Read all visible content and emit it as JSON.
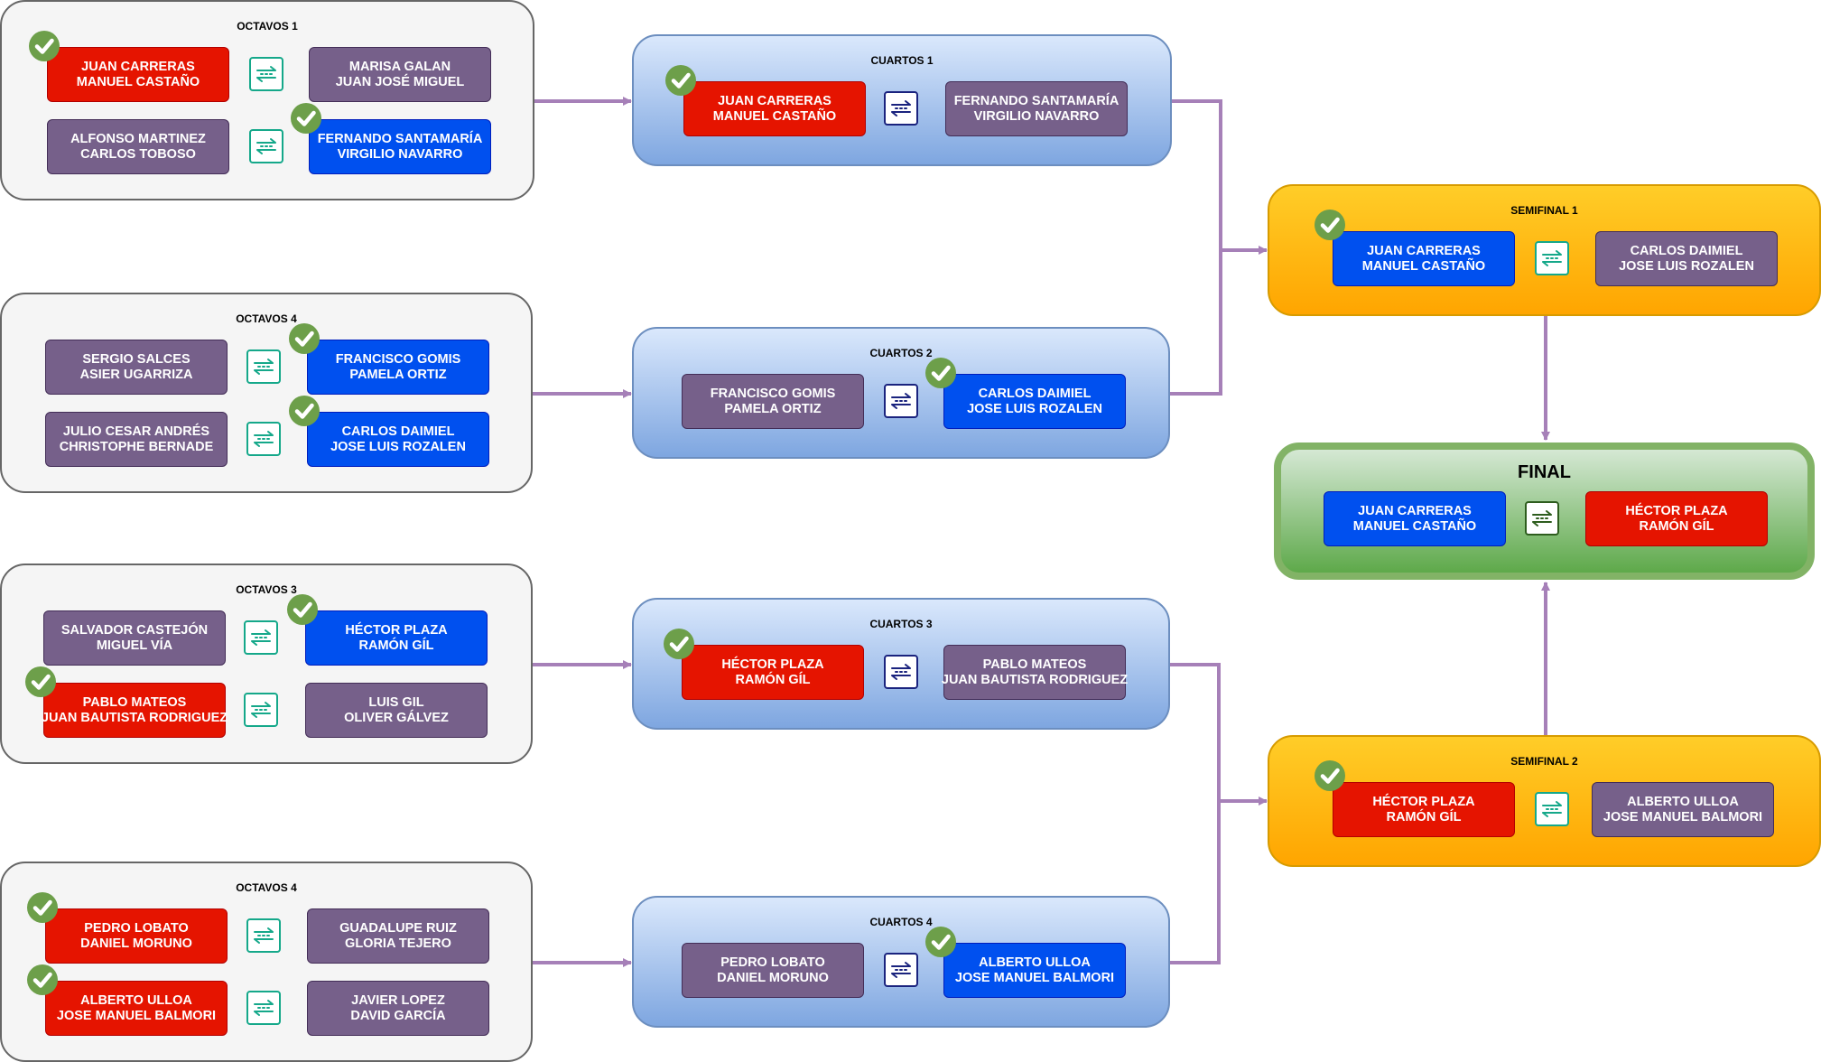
{
  "octavos": [
    {
      "title": "OCTAVOS 1",
      "matches": [
        {
          "a": {
            "l1": "JUAN CARRERAS",
            "l2": "MANUEL CASTAÑO"
          },
          "b": {
            "l1": "MARISA GALAN",
            "l2": "JUAN JOSÉ MIGUEL"
          }
        },
        {
          "a": {
            "l1": "ALFONSO MARTINEZ",
            "l2": "CARLOS TOBOSO"
          },
          "b": {
            "l1": "FERNANDO SANTAMARÍA",
            "l2": "VIRGILIO NAVARRO"
          }
        }
      ]
    },
    {
      "title": "OCTAVOS 4",
      "matches": [
        {
          "a": {
            "l1": "SERGIO SALCES",
            "l2": "ASIER UGARRIZA"
          },
          "b": {
            "l1": "FRANCISCO GOMIS",
            "l2": "PAMELA ORTIZ"
          }
        },
        {
          "a": {
            "l1": "JULIO CESAR ANDRÉS",
            "l2": "CHRISTOPHE BERNADE"
          },
          "b": {
            "l1": "CARLOS DAIMIEL",
            "l2": "JOSE LUIS ROZALEN"
          }
        }
      ]
    },
    {
      "title": "OCTAVOS 3",
      "matches": [
        {
          "a": {
            "l1": "SALVADOR CASTEJÓN",
            "l2": "MIGUEL VÍA"
          },
          "b": {
            "l1": "HÉCTOR PLAZA",
            "l2": "RAMÓN GÍL"
          }
        },
        {
          "a": {
            "l1": "PABLO MATEOS",
            "l2": "JUAN BAUTISTA RODRIGUEZ"
          },
          "b": {
            "l1": "LUIS GIL",
            "l2": "OLIVER GÁLVEZ"
          }
        }
      ]
    },
    {
      "title": "OCTAVOS 4",
      "matches": [
        {
          "a": {
            "l1": "PEDRO LOBATO",
            "l2": "DANIEL MORUNO"
          },
          "b": {
            "l1": "GUADALUPE RUIZ",
            "l2": "GLORIA TEJERO"
          }
        },
        {
          "a": {
            "l1": "ALBERTO ULLOA",
            "l2": "JOSE MANUEL BALMORI"
          },
          "b": {
            "l1": "JAVIER LOPEZ",
            "l2": "DAVID GARCÍA"
          }
        }
      ]
    }
  ],
  "cuartos": [
    {
      "title": "CUARTOS 1",
      "a": {
        "l1": "JUAN CARRERAS",
        "l2": "MANUEL CASTAÑO"
      },
      "b": {
        "l1": "FERNANDO SANTAMARÍA",
        "l2": "VIRGILIO NAVARRO"
      }
    },
    {
      "title": "CUARTOS 2",
      "a": {
        "l1": "FRANCISCO GOMIS",
        "l2": "PAMELA ORTIZ"
      },
      "b": {
        "l1": "CARLOS DAIMIEL",
        "l2": "JOSE LUIS ROZALEN"
      }
    },
    {
      "title": "CUARTOS 3",
      "a": {
        "l1": "HÉCTOR PLAZA",
        "l2": "RAMÓN GÍL"
      },
      "b": {
        "l1": "PABLO MATEOS",
        "l2": "JUAN BAUTISTA RODRIGUEZ"
      }
    },
    {
      "title": "CUARTOS 4",
      "a": {
        "l1": "PEDRO LOBATO",
        "l2": "DANIEL MORUNO"
      },
      "b": {
        "l1": "ALBERTO ULLOA",
        "l2": "JOSE MANUEL BALMORI"
      }
    }
  ],
  "semis": [
    {
      "title": "SEMIFINAL 1",
      "a": {
        "l1": "JUAN CARRERAS",
        "l2": "MANUEL CASTAÑO"
      },
      "b": {
        "l1": "CARLOS DAIMIEL",
        "l2": "JOSE LUIS ROZALEN"
      }
    },
    {
      "title": "SEMIFINAL 2",
      "a": {
        "l1": "HÉCTOR PLAZA",
        "l2": "RAMÓN GÍL"
      },
      "b": {
        "l1": "ALBERTO ULLOA",
        "l2": "JOSE MANUEL BALMORI"
      }
    }
  ],
  "final": {
    "title": "FINAL",
    "a": {
      "l1": "JUAN CARRERAS",
      "l2": "MANUEL CASTAÑO"
    },
    "b": {
      "l1": "HÉCTOR PLAZA",
      "l2": "RAMÓN GÍL"
    }
  },
  "colors": {
    "red": "#e51400",
    "blue": "#0050ef",
    "purple": "#76608a",
    "connector": "#a680b8",
    "check": "#6d9f4a"
  },
  "icons": {
    "winner": "check-circle-icon",
    "versus": "swap-arrows-icon"
  }
}
